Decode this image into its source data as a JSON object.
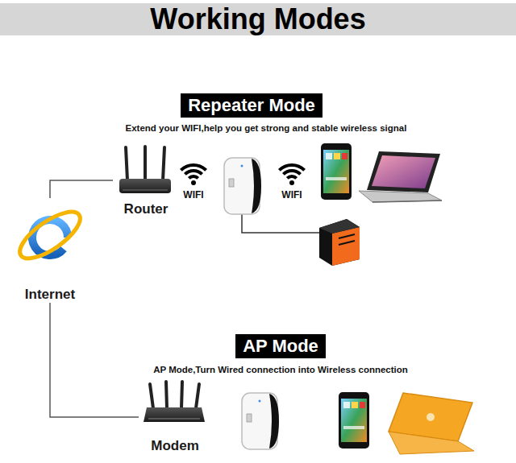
{
  "diagram": {
    "title": "Working Modes",
    "nodes": [
      {
        "text": [
          "Repeater Mode"
        ]
      },
      {
        "text": [
          "Router"
        ]
      },
      {
        "text": [
          "Internet"
        ]
      },
      {
        "text": [
          "AP Mode"
        ]
      },
      {
        "text": [
          "Modem"
        ]
      }
    ],
    "edges": [
      {
        "from": 2,
        "to": 1,
        "arrow": "none"
      },
      {
        "from": 2,
        "to": 4,
        "arrow": "none"
      }
    ],
    "labels": [
      "Extend your WIFI,help you get strong and stable wireless signal",
      "WIFI",
      "WIFI",
      "AP Mode,Turn Wired connection into Wireless connection"
    ]
  }
}
